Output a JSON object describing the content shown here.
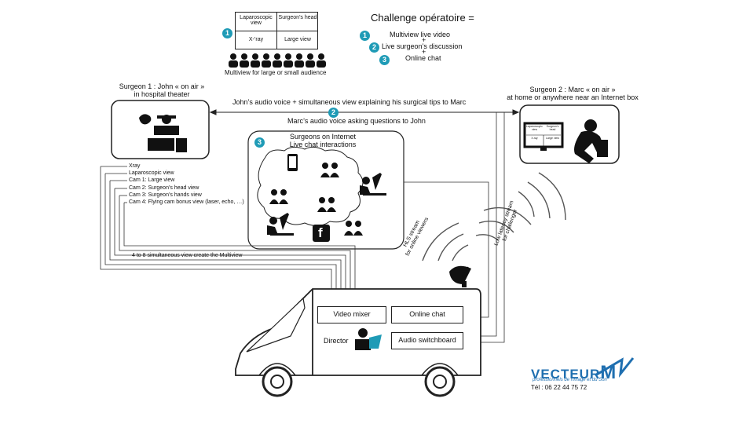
{
  "multiview": {
    "badge": "1",
    "cells": [
      "Laparoscopic view",
      "Surgeon’s head",
      "X-’ray",
      "Large view"
    ],
    "caption": "Multiview for large or small audience"
  },
  "challenge": {
    "title": "Challenge opératoire =",
    "items": [
      {
        "badge": "1",
        "label": "Multiview live video"
      },
      {
        "badge": "2",
        "label": "Live surgeon’s discussion"
      },
      {
        "badge": "3",
        "label": "Online chat"
      }
    ],
    "plus": "+"
  },
  "surgeon1": {
    "line1": "Surgeon 1 : John « on air »",
    "line2": "in hospital theater"
  },
  "surgeon2": {
    "line1": "Surgeon 2 : Marc « on air »",
    "line2": "at home or anywhere near an Internet box"
  },
  "link": {
    "badge": "2",
    "top": "John’s audio voice + simultaneous view explaining his surgical tips to Marc",
    "bottom": "Marc’s audio voice asking questions to John"
  },
  "cloud": {
    "badge": "3",
    "line1": "Surgeons on Internet",
    "line2": "Live chat interactions",
    "fb": "f"
  },
  "sources": [
    "Xray",
    "Laparoscopic view",
    "Cam 1: Large view",
    "Cam 2: Surgeon’s head view",
    "Cam 3: Surgeon’s hands view",
    "Cam 4: Flying cam bonus view (laser, echo, …)"
  ],
  "multiview_note": "4 to 8 simultaneous view create the Multiview",
  "streams": {
    "hls": [
      "HLS stream",
      "for online viewers"
    ],
    "low": [
      "Low latency stream",
      "for challenger"
    ]
  },
  "van": {
    "mixer": "Video mixer",
    "chat": "Online chat",
    "audio": "Audio switchboard",
    "director": "Director"
  },
  "monitor2": {
    "cells": [
      "Laparoscopic view",
      "Surgeon's head",
      "X-ray",
      "Large view"
    ]
  },
  "brand": {
    "name1": "VECTEUR",
    "name2": "M",
    "tagline": "professionnels de l'image et du Son",
    "phone": "Tél : 06 22 44 75 72"
  },
  "colors": {
    "accent": "#1f9bb6",
    "brand": "#1f6fb0",
    "line": "#333333"
  }
}
